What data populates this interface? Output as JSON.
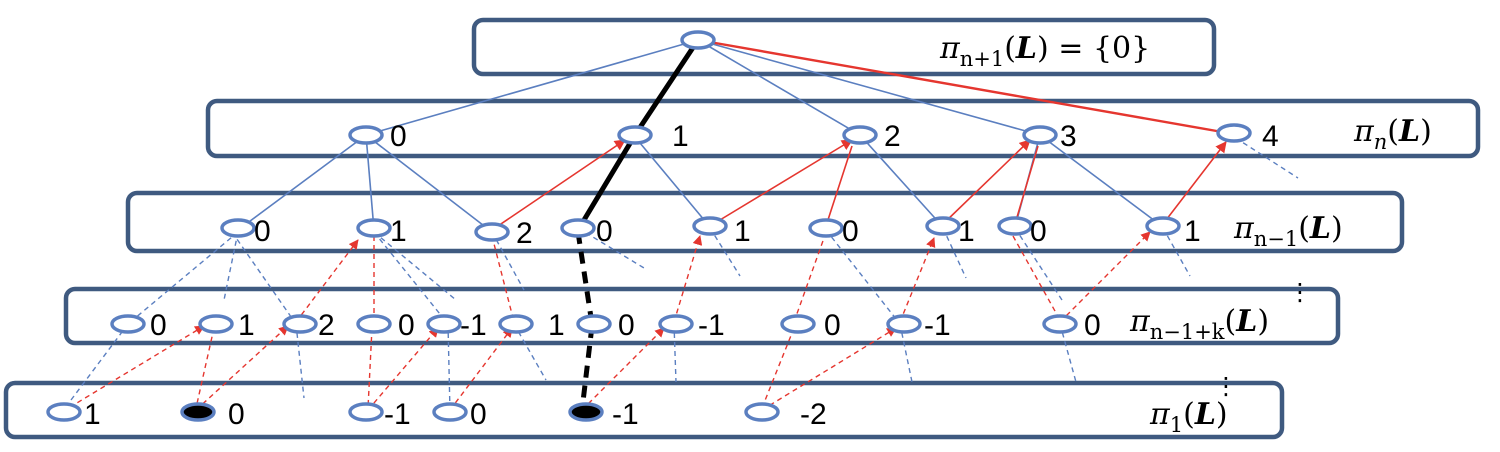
{
  "levels": [
    {
      "symbol": "π",
      "subscript": "n+1",
      "arg": "L",
      "suffix": " = {0}"
    },
    {
      "symbol": "π",
      "subscript": "n",
      "arg": "L",
      "suffix": ""
    },
    {
      "symbol": "π",
      "subscript": "n−1",
      "arg": "L",
      "suffix": ""
    },
    {
      "symbol": "π",
      "subscript": "n−1+k",
      "arg": "L",
      "suffix": ""
    },
    {
      "symbol": "π",
      "subscript": "1",
      "arg": "L",
      "suffix": ""
    }
  ],
  "node_labels": {
    "level_n": [
      "0",
      "1",
      "2",
      "3",
      "4"
    ],
    "level_n_minus_1": [
      "0",
      "1",
      "2",
      "0",
      "1",
      "0",
      "1",
      "0",
      "1"
    ],
    "level_n_minus_1_plus_k": [
      "0",
      "1",
      "2",
      "0",
      "-1",
      "1",
      "0",
      "-1",
      "0",
      "-1",
      "0"
    ],
    "level_1": [
      "1",
      "0",
      "-1",
      "0",
      "-1",
      "-2"
    ]
  },
  "ellipsis": "⋮",
  "colors": {
    "box": "#3f5a80",
    "node": "#5b7fc0",
    "tree_edge": "#5b7fc0",
    "red_edge": "#e5362f",
    "path": "#000000"
  }
}
